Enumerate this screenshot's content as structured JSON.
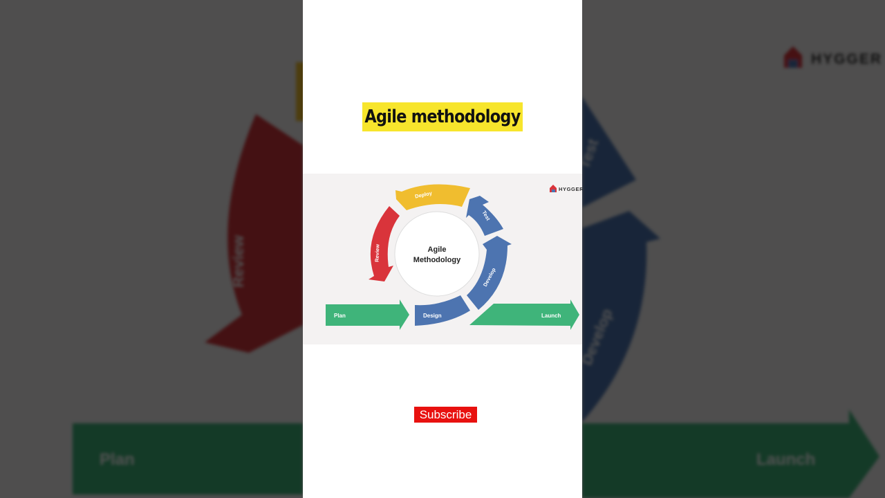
{
  "video_title": "Agile methodology",
  "subscribe_label": "Subscribe",
  "diagram": {
    "brand": "HYGGER",
    "center_line1": "Agile",
    "center_line2": "Methodology",
    "stages": {
      "plan": "Plan",
      "design": "Design",
      "develop": "Develop",
      "test": "Test",
      "deploy": "Deploy",
      "review": "Review",
      "launch": "Launch"
    }
  },
  "colors": {
    "green": "#3fb47a",
    "blue": "#4d74b0",
    "red": "#d9343b",
    "yellow": "#f0bd2f",
    "title_highlight": "#f7e52c",
    "subscribe": "#e8110f"
  }
}
